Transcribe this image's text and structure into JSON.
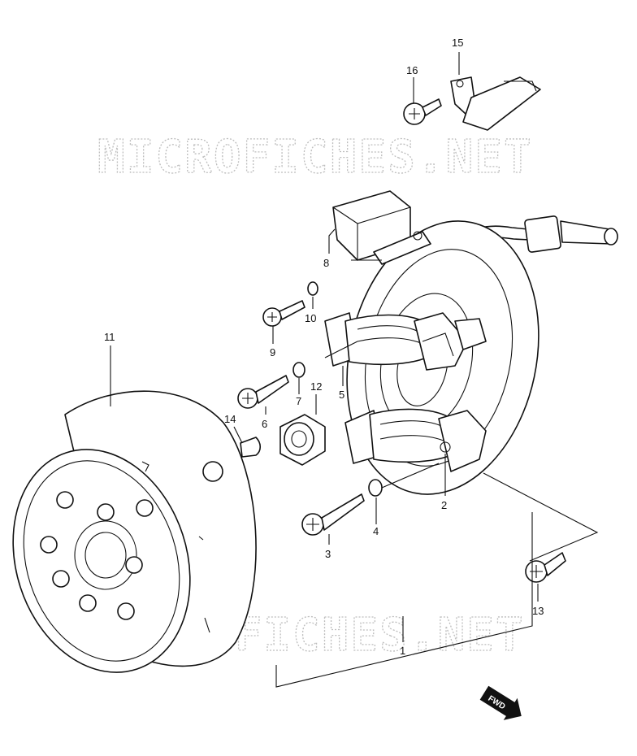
{
  "watermark": "MICROFICHES.NET",
  "labels": {
    "p1": "1",
    "p2": "2",
    "p3": "3",
    "p4": "4",
    "p5": "5",
    "p6": "6",
    "p7": "7",
    "p8": "8",
    "p9": "9",
    "p10": "10",
    "p11": "11",
    "p12": "12",
    "p13": "13",
    "p14": "14",
    "p15": "15",
    "p16": "16"
  },
  "fwd": "FWD"
}
